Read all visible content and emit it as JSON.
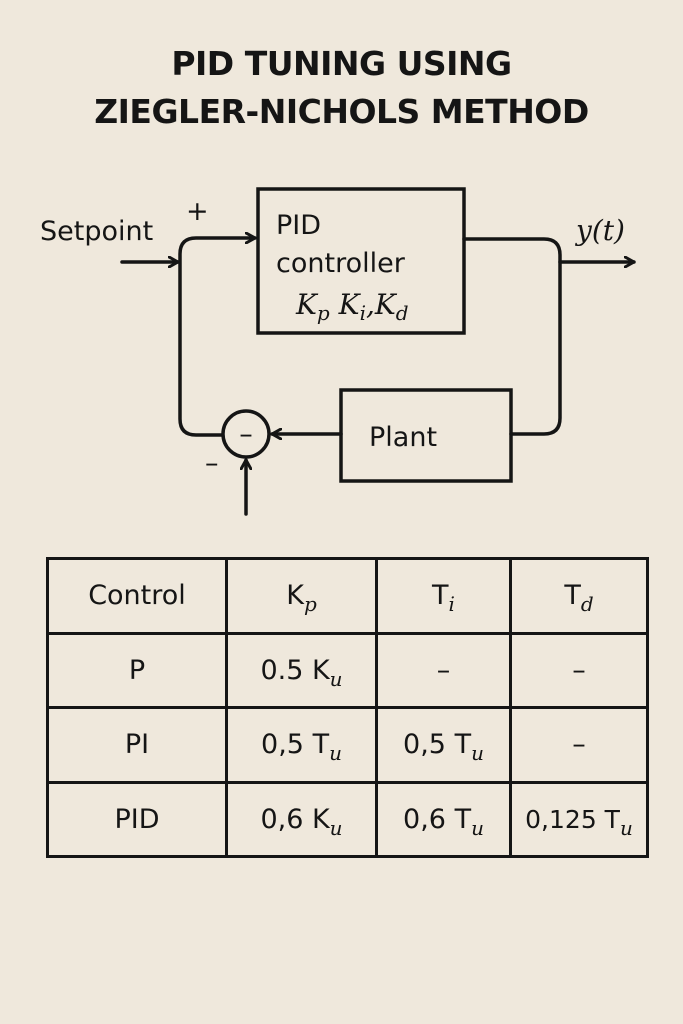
{
  "title": {
    "line1": "PID TUNING USING",
    "line2": "ZIEGLER-NICHOLS METHOD"
  },
  "diagram": {
    "setpoint_label": "Setpoint",
    "plus_sign": "+",
    "minus_sign": "–",
    "summing_junction_symbol": "–",
    "controller": {
      "line1": "PID",
      "line2": "controller",
      "gains": [
        {
          "base": "K",
          "sub": "p",
          "sep": " "
        },
        {
          "base": "K",
          "sub": "i",
          "sep": ","
        },
        {
          "base": "K",
          "sub": "d",
          "sep": ""
        }
      ]
    },
    "plant_label": "Plant",
    "output_label": "y(t)"
  },
  "table": {
    "headers": [
      {
        "base": "Control",
        "sub": ""
      },
      {
        "base": "K",
        "sub": "p"
      },
      {
        "base": "T",
        "sub": "i"
      },
      {
        "base": "T",
        "sub": "d"
      }
    ],
    "rows": [
      {
        "control": "P",
        "kp": {
          "base": "0.5 K",
          "sub": "u"
        },
        "ti": {
          "base": "–",
          "sub": ""
        },
        "td": {
          "base": "–",
          "sub": ""
        }
      },
      {
        "control": "PI",
        "kp": {
          "base": "0,5 T",
          "sub": "u"
        },
        "ti": {
          "base": "0,5 T",
          "sub": "u"
        },
        "td": {
          "base": "–",
          "sub": ""
        }
      },
      {
        "control": "PID",
        "kp": {
          "base": "0,6 K",
          "sub": "u"
        },
        "ti": {
          "base": "0,6 T",
          "sub": "u"
        },
        "td": {
          "base": "0,125 T",
          "sub": "u"
        }
      }
    ]
  },
  "colors": {
    "background": "#efe8dc",
    "ink": "#151515"
  }
}
